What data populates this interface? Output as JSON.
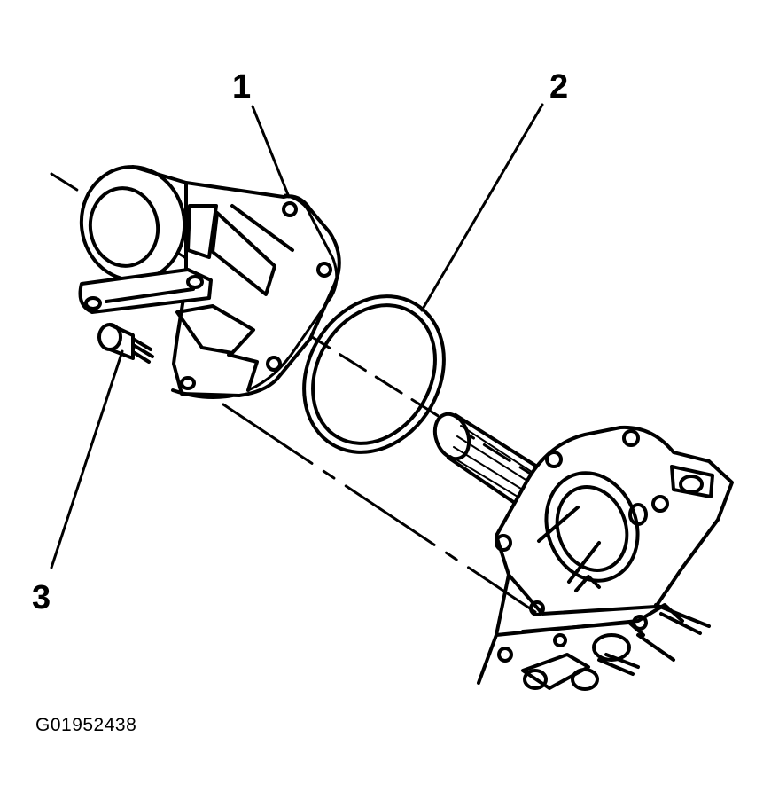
{
  "callouts": [
    {
      "number": "1"
    },
    {
      "number": "2"
    },
    {
      "number": "3"
    }
  ],
  "figure_id": "G01952438",
  "colors": {
    "ink": "#000000",
    "paper": "#ffffff"
  }
}
